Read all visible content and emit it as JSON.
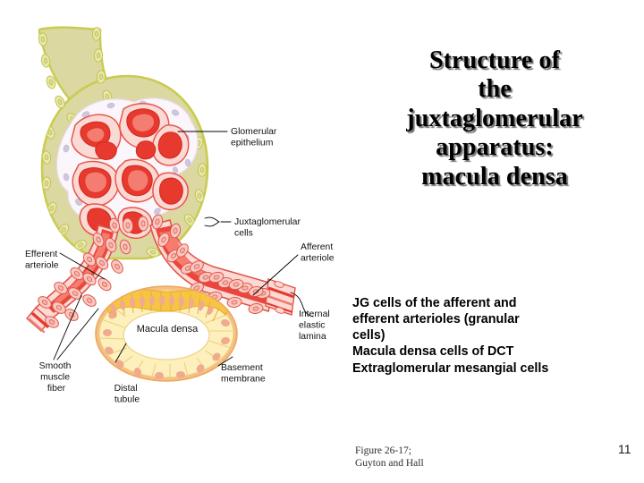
{
  "slide": {
    "title": "Structure of the juxtaglomerular apparatus: macula densa",
    "title_lines": [
      "Structure of",
      "the",
      "juxtaglomerular",
      "apparatus:",
      "macula densa"
    ],
    "body_lines": [
      "JG cells of the afferent and",
      "efferent arterioles (granular",
      "cells)",
      "Macula densa cells of DCT",
      "Extraglomerular mesangial cells"
    ],
    "figure_credit_lines": [
      "Figure 26-17;",
      "Guyton and Hall"
    ],
    "page_number": "11"
  },
  "figure": {
    "name": "juxtaglomerular-apparatus-diagram",
    "labels": [
      {
        "id": "glomerular-epithelium",
        "lines": [
          "Glomerular",
          "epithelium"
        ]
      },
      {
        "id": "juxtaglomerular-cells",
        "lines": [
          "Juxtaglomerular",
          "cells"
        ]
      },
      {
        "id": "afferent-arteriole",
        "lines": [
          "Afferent",
          "arteriole"
        ]
      },
      {
        "id": "efferent-arteriole",
        "lines": [
          "Efferent",
          "arteriole"
        ]
      },
      {
        "id": "internal-elastic-lamina",
        "lines": [
          "Internal",
          "elastic",
          "lamina"
        ]
      },
      {
        "id": "basement-membrane",
        "lines": [
          "Basement",
          "membrane"
        ]
      },
      {
        "id": "smooth-muscle-fiber",
        "lines": [
          "Smooth",
          "muscle",
          "fiber"
        ]
      },
      {
        "id": "distal-tubule",
        "lines": [
          "Distal",
          "tubule"
        ]
      },
      {
        "id": "macula-densa",
        "lines": [
          "Macula densa"
        ]
      }
    ],
    "colors": {
      "bowman_capsule_fill": "#dcd8a2",
      "bowman_capsule_stroke": "#c9cc4e",
      "capsule_cell_fill": "#e9e7b4",
      "capillary_red": "#e8392e",
      "capillary_mid": "#f07b6e",
      "capillary_pale": "#fbdad6",
      "arteriole_cell_fill": "#f8c9c2",
      "arteriole_stroke": "#e0564a",
      "tubule_cell_fill": "#fdf0bd",
      "tubule_ring": "#f0b775",
      "macula_densa_cell": "#f7c544",
      "nucleus_salmon": "#f0ab8e",
      "epithelium_nucleus": "#c9c3d8",
      "label_text": "#111111",
      "background": "#ffffff"
    }
  }
}
